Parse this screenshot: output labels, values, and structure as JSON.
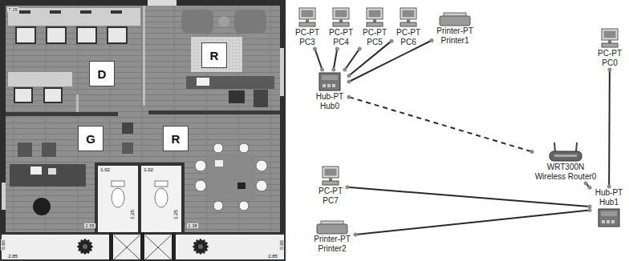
{
  "diagram": {
    "nodes": [
      {
        "text": [
          "D"
        ]
      },
      {
        "text": [
          "R"
        ]
      },
      {
        "text": [
          "G"
        ]
      },
      {
        "text": [
          "R"
        ]
      },
      {
        "text": [
          "PC-PT PC3"
        ]
      },
      {
        "text": [
          "PC-PT PC4"
        ]
      },
      {
        "text": [
          "PC-PT PC5"
        ]
      },
      {
        "text": [
          "PC-PT PC6"
        ]
      },
      {
        "text": [
          "Printer-PT Printer1"
        ]
      },
      {
        "text": [
          "PC-PT PC0"
        ]
      },
      {
        "text": [
          "Hub-PT Hub0"
        ]
      },
      {
        "text": [
          "WRT300N Wireless Router0"
        ]
      },
      {
        "text": [
          "PC-PT PC7"
        ]
      },
      {
        "text": [
          "Hub-PT Hub1"
        ]
      },
      {
        "text": [
          "Printer-PT Printer2"
        ]
      }
    ],
    "edges": [
      {
        "from": 10,
        "to": 4,
        "arrow": "none"
      },
      {
        "from": 10,
        "to": 5,
        "arrow": "none"
      },
      {
        "from": 10,
        "to": 6,
        "arrow": "none"
      },
      {
        "from": 10,
        "to": 7,
        "arrow": "none"
      },
      {
        "from": 10,
        "to": 8,
        "arrow": "none"
      },
      {
        "from": 10,
        "to": 11,
        "arrow": "none"
      },
      {
        "from": 11,
        "to": 13,
        "arrow": "none"
      },
      {
        "from": 9,
        "to": 13,
        "arrow": "none"
      },
      {
        "from": 12,
        "to": 13,
        "arrow": "none"
      },
      {
        "from": 14,
        "to": 13,
        "arrow": "none"
      }
    ],
    "labels": [
      "7.15",
      "1.02",
      "1.02",
      "1.25",
      "1.25",
      "2.55",
      "2.38",
      "0.90",
      "0.90",
      "2.85",
      "2.85"
    ]
  }
}
